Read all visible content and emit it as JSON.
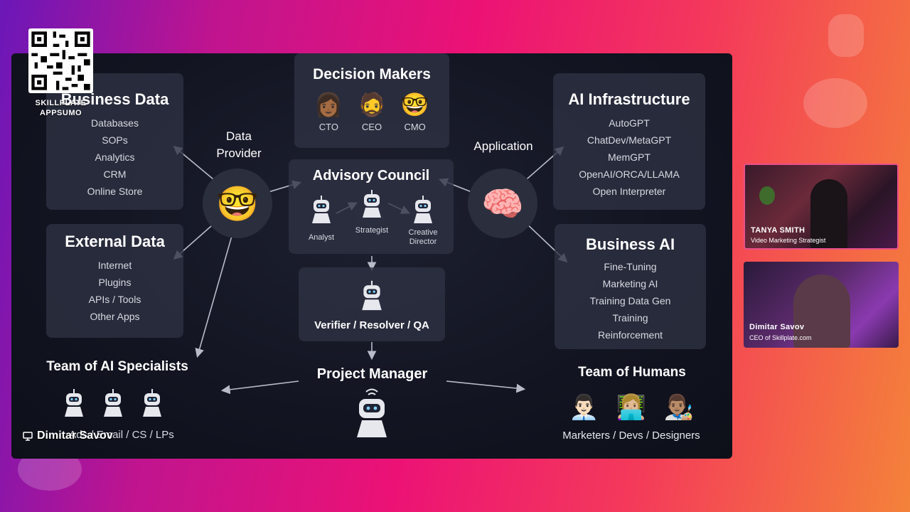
{
  "qr": {
    "caption_line1": "SKILLPLATE",
    "caption_line2": "APPSUMO"
  },
  "presenter_label": "Dimitar Savov",
  "panels": {
    "business_data": {
      "title": "Business Data",
      "items": [
        "Databases",
        "SOPs",
        "Analytics",
        "CRM",
        "Online Store"
      ]
    },
    "external_data": {
      "title": "External Data",
      "items": [
        "Internet",
        "Plugins",
        "APIs / Tools",
        "Other Apps"
      ]
    },
    "decision_makers": {
      "title": "Decision Makers",
      "roles": [
        "CTO",
        "CEO",
        "CMO"
      ]
    },
    "advisory_council": {
      "title": "Advisory Council",
      "roles": [
        "Analyst",
        "Strategist",
        "Creative",
        "Director"
      ]
    },
    "verifier": {
      "label": "Verifier / Resolver / QA"
    },
    "ai_infrastructure": {
      "title": "AI Infrastructure",
      "items": [
        "AutoGPT",
        "ChatDev/MetaGPT",
        "MemGPT",
        "OpenAI/ORCA/LLAMA",
        "Open Interpreter"
      ]
    },
    "business_ai": {
      "title": "Business AI",
      "items": [
        "Fine-Tuning",
        "Marketing AI",
        "Training Data Gen",
        "Training",
        "Reinforcement"
      ]
    }
  },
  "labels": {
    "data_provider_1": "Data",
    "data_provider_2": "Provider",
    "application": "Application",
    "project_manager": "Project Manager",
    "team_ai": "Team of AI Specialists",
    "team_ai_sub": "Ads / Email / CS / LPs",
    "team_humans": "Team of Humans",
    "team_humans_sub": "Marketers / Devs / Designers"
  },
  "emojis": {
    "nerd": "🤓",
    "brain": "🧠",
    "cto": "👩🏾",
    "ceo": "🧔",
    "cmo": "🤓",
    "marketer": "👨🏻‍💼",
    "dev": "👩🏼‍💻",
    "designer": "👨🏽‍🎨"
  },
  "videos": [
    {
      "name": "TANYA SMITH",
      "role": "Video Marketing Strategist"
    },
    {
      "name": "Dimitar Savov",
      "role": "CEO of Skillplate.com"
    }
  ],
  "colors": {
    "accent_pink": "#ec1275",
    "slide_bg": "#121421",
    "panel_bg": "#2e3242"
  }
}
